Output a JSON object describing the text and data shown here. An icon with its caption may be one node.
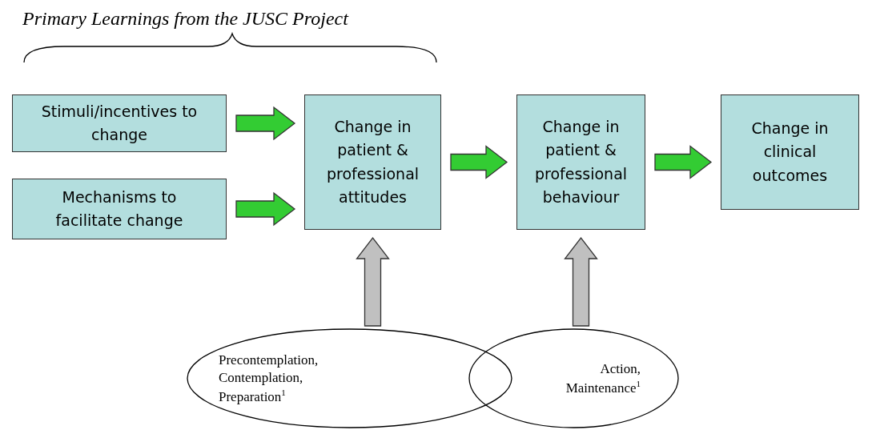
{
  "diagram": {
    "title": "Primary Learnings from the JUSC Project",
    "nodes": [
      {
        "text": [
          "Stimuli/incentives to change"
        ]
      },
      {
        "text": [
          "Mechanisms to facilitate change"
        ]
      },
      {
        "text": [
          "Change in patient & professional attitudes"
        ]
      },
      {
        "text": [
          "Change in patient & professional behaviour"
        ]
      },
      {
        "text": [
          "Change in clinical outcomes"
        ]
      },
      {
        "text": [
          "Precontemplation, Contemplation, Preparation$^{1}$"
        ]
      },
      {
        "text": [
          "Action, Maintenance$^{1}$"
        ]
      }
    ],
    "edges": [
      {
        "from": 0,
        "to": 2,
        "arrow": "to"
      },
      {
        "from": 1,
        "to": 2,
        "arrow": "to"
      },
      {
        "from": 2,
        "to": 3,
        "arrow": "to"
      },
      {
        "from": 3,
        "to": 4,
        "arrow": "to"
      },
      {
        "from": 5,
        "to": 2,
        "arrow": "to",
        "color": "#c0c0c0"
      },
      {
        "from": 6,
        "to": 3,
        "arrow": "to",
        "color": "#c0c0c0"
      }
    ]
  }
}
